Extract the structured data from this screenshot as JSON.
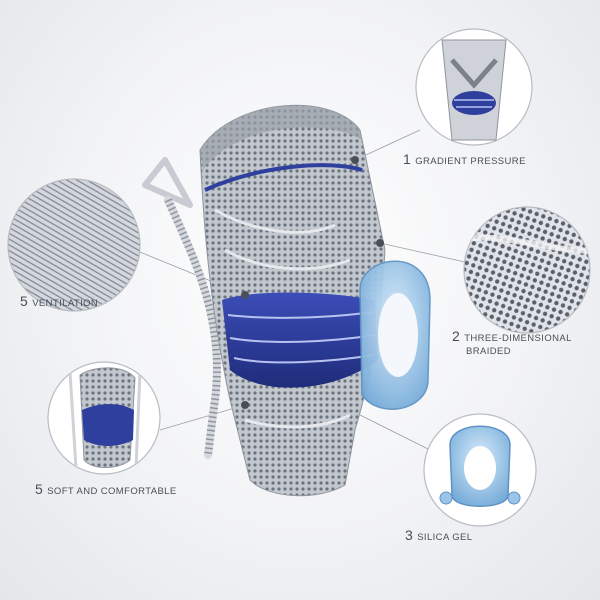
{
  "features": {
    "gradient_pressure": {
      "number": "1",
      "text": "GRADIENT PRESSURE"
    },
    "three_dimensional": {
      "number": "2",
      "text_line1": "THREE-DIMENSIONAL",
      "text_line2": "BRAIDED"
    },
    "silica_gel": {
      "number": "3",
      "text": "SILICA GEL"
    },
    "ventilation": {
      "number": "5",
      "text": "VENTILATION"
    },
    "soft_comfortable": {
      "number": "5",
      "text": "SOFT AND COMFORTABLE"
    }
  },
  "colors": {
    "sleeve_grey": "#b9bec6",
    "sleeve_dark": "#6f7681",
    "accent_blue": "#2f3f9e",
    "gel_blue": "#9cc4e8",
    "label_text": "#4a4f57"
  },
  "icons": [
    "knee-brace-product",
    "spring-stabilizer",
    "silicone-gel-pad",
    "mesh-detail-circle"
  ]
}
